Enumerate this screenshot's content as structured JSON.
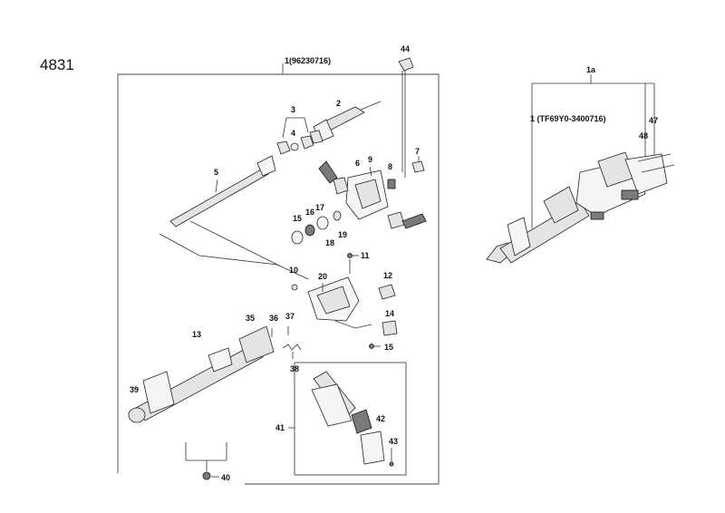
{
  "diagram": {
    "page_code": "4831",
    "main_assembly_label": "1(96230716)",
    "alt_assembly": {
      "group_label": "1a",
      "part_label": "1 (TF69Y0-3400716)",
      "fastener_labels": [
        "47",
        "48"
      ]
    },
    "callouts": [
      {
        "id": "p2",
        "text": "2"
      },
      {
        "id": "p3",
        "text": "3"
      },
      {
        "id": "p4",
        "text": "4"
      },
      {
        "id": "p5",
        "text": "5"
      },
      {
        "id": "p6",
        "text": "6"
      },
      {
        "id": "p7",
        "text": "7"
      },
      {
        "id": "p8",
        "text": "8"
      },
      {
        "id": "p9",
        "text": "9"
      },
      {
        "id": "p10",
        "text": "10"
      },
      {
        "id": "p11",
        "text": "11"
      },
      {
        "id": "p12",
        "text": "12"
      },
      {
        "id": "p13",
        "text": "13"
      },
      {
        "id": "p14",
        "text": "14"
      },
      {
        "id": "p15a",
        "text": "15"
      },
      {
        "id": "p15b",
        "text": "15"
      },
      {
        "id": "p16",
        "text": "16"
      },
      {
        "id": "p17",
        "text": "17"
      },
      {
        "id": "p18",
        "text": "18"
      },
      {
        "id": "p19",
        "text": "19"
      },
      {
        "id": "p20",
        "text": "20"
      },
      {
        "id": "p35",
        "text": "35"
      },
      {
        "id": "p36",
        "text": "36"
      },
      {
        "id": "p37",
        "text": "37"
      },
      {
        "id": "p38",
        "text": "38"
      },
      {
        "id": "p39",
        "text": "39"
      },
      {
        "id": "p40",
        "text": "40"
      },
      {
        "id": "p41",
        "text": "41"
      },
      {
        "id": "p42",
        "text": "42"
      },
      {
        "id": "p43",
        "text": "43"
      },
      {
        "id": "p44",
        "text": "44"
      }
    ]
  }
}
